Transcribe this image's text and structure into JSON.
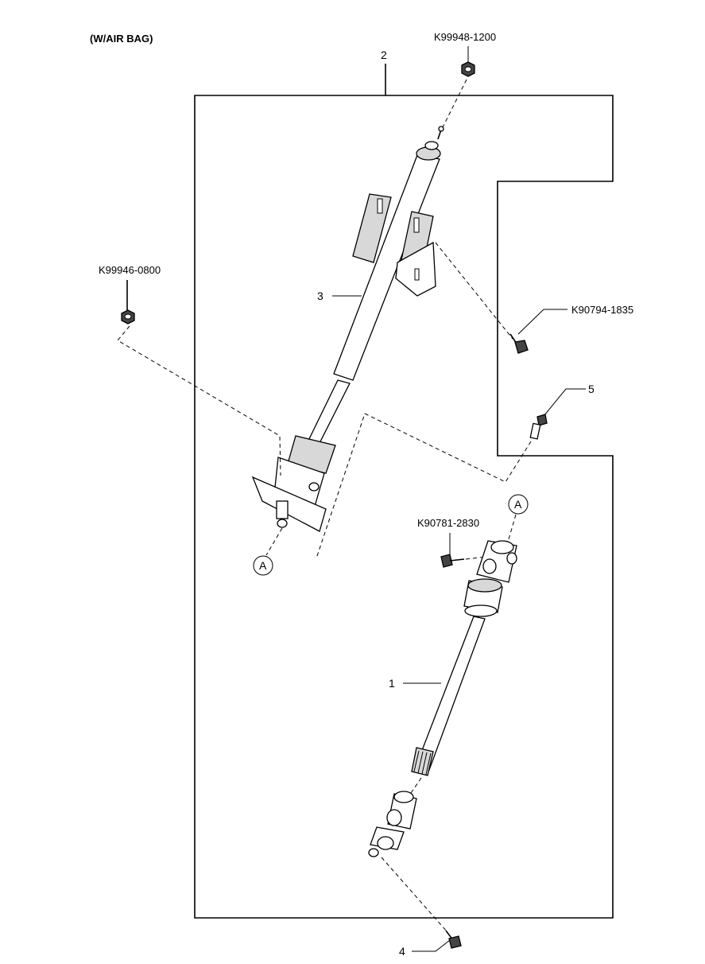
{
  "header": {
    "variant": "(W/AIR BAG)"
  },
  "callouts": {
    "part_2": "2",
    "part_3": "3",
    "part_1": "1",
    "part_4": "4",
    "part_5": "5"
  },
  "part_numbers": {
    "nut_top": "K99948-1200",
    "nut_left": "K99946-0800",
    "bolt_bracket": "K90794-1835",
    "bolt_joint": "K90781-2830"
  },
  "connectors": {
    "a_left": "A",
    "a_right": "A"
  }
}
